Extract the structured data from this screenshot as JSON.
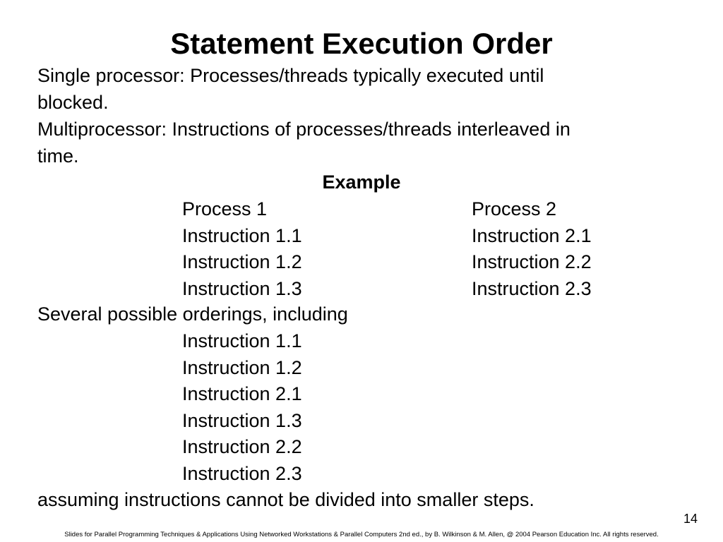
{
  "slide": {
    "title": "Statement Execution Order",
    "lines": {
      "single_processor_1": "Single processor: Processes/threads typically executed until",
      "single_processor_2": "blocked.",
      "multiprocessor_1": "Multiprocessor: Instructions of processes/threads interleaved in",
      "multiprocessor_2": "time."
    },
    "example_heading": "Example",
    "process1": {
      "header": "Process 1",
      "instructions": [
        "Instruction 1.1",
        "Instruction 1.2",
        "Instruction 1.3"
      ]
    },
    "process2": {
      "header": "Process 2",
      "instructions": [
        "Instruction 2.1",
        "Instruction 2.2",
        "Instruction 2.3"
      ]
    },
    "orderings_intro": "Several possible orderings, including",
    "ordering": [
      "Instruction 1.1",
      "Instruction 1.2",
      "Instruction 2.1",
      "Instruction 1.3",
      "Instruction 2.2",
      "Instruction 2.3"
    ],
    "conclusion": "assuming instructions cannot be divided into smaller steps.",
    "page_number": "14",
    "footer": "Slides for Parallel Programming Techniques & Applications Using Networked Workstations & Parallel Computers 2nd ed., by B. Wilkinson & M. Allen, @ 2004 Pearson Education Inc. All rights reserved."
  }
}
